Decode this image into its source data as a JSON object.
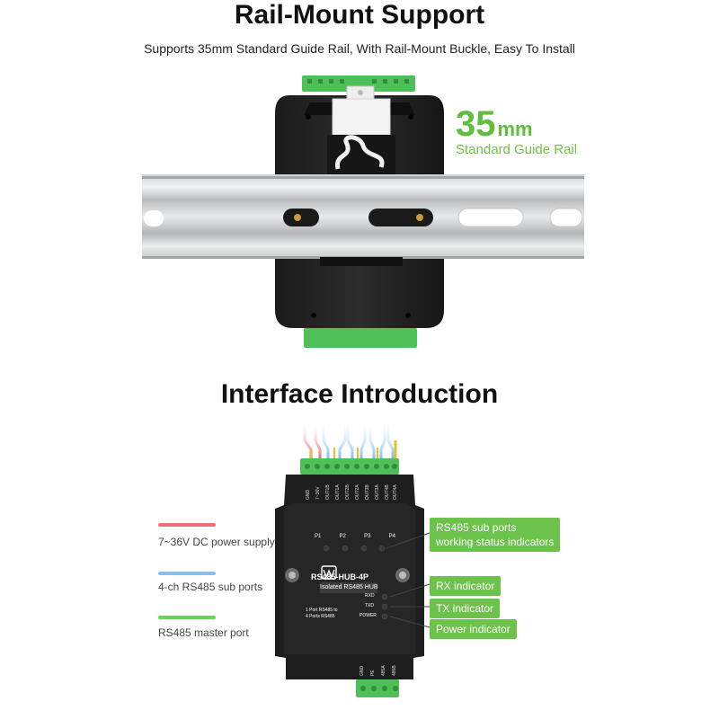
{
  "rail_section": {
    "title": "Rail-Mount Support",
    "subtitle": "Supports 35mm Standard Guide Rail, With Rail-Mount Buckle, Easy To Install",
    "size_number": "35",
    "size_unit": "mm",
    "rail_label": "Standard Guide Rail"
  },
  "interface_section": {
    "title": "Interface Introduction",
    "legend": [
      {
        "text": "7~36V DC power supply",
        "color": "#e8595a"
      },
      {
        "text": "4-ch RS485 sub ports",
        "color": "#6fb6ea"
      },
      {
        "text": "RS485 master port",
        "color": "#5bc24a"
      }
    ],
    "callouts": [
      {
        "text": "RS485 sub ports working status indicators",
        "line1": "RS485 sub ports",
        "line2": "working status indicators"
      },
      {
        "text": "RX indicator"
      },
      {
        "text": "TX indicator"
      },
      {
        "text": "Power indicator"
      }
    ],
    "device": {
      "model": "RS485-HUB-4P",
      "subtitle": "Isolated RS485 HUB",
      "port_leds": [
        "P1",
        "P2",
        "P3",
        "P4"
      ],
      "status_leds": [
        "RXD",
        "TXD",
        "POWER"
      ],
      "desc_line1": "1 Port RS485 to",
      "desc_line2": "4 Ports RS485",
      "top_pins": [
        "GND",
        "7~36V",
        "OUT1B",
        "OUT1A",
        "OUT2B",
        "OUT2A",
        "OUT3B",
        "OUT3A",
        "OUT4B",
        "OUT4A"
      ],
      "bottom_pins": [
        "GND",
        "PE",
        "485A",
        "485B"
      ]
    },
    "accent_color": "#6cc24a"
  }
}
